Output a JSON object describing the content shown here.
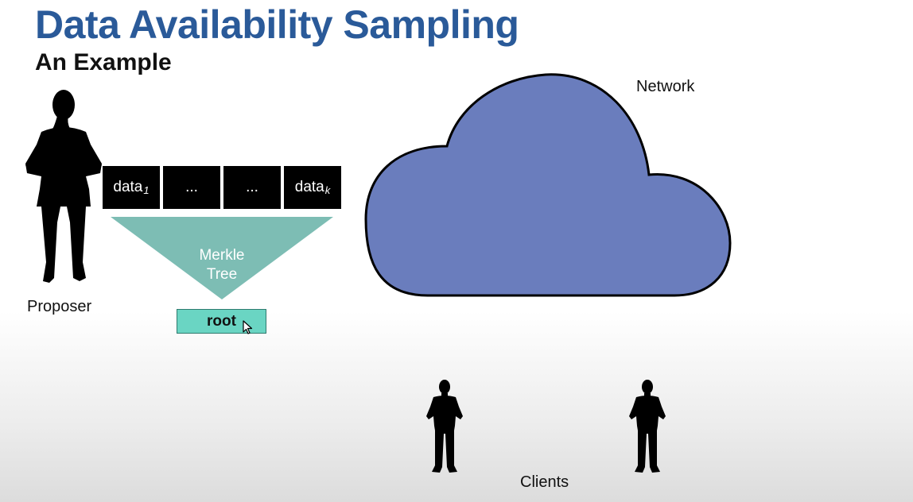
{
  "slide": {
    "title": "Data Availability Sampling",
    "subtitle": "An Example"
  },
  "proposer": {
    "label": "Proposer",
    "icon": "person-silhouette-icon"
  },
  "blocks": [
    {
      "text": "data",
      "sub": "1"
    },
    {
      "text": "...",
      "sub": ""
    },
    {
      "text": "...",
      "sub": ""
    },
    {
      "text": "data",
      "sub": "k"
    }
  ],
  "merkle": {
    "line1": "Merkle",
    "line2": "Tree",
    "color": "#7dbdb4"
  },
  "root": {
    "label": "root",
    "color": "#6ad5c3"
  },
  "network": {
    "label": "Network",
    "color": "#6a7dbd",
    "icon": "cloud-icon"
  },
  "clients": {
    "label": "Clients",
    "icon": "person-silhouette-icon"
  }
}
